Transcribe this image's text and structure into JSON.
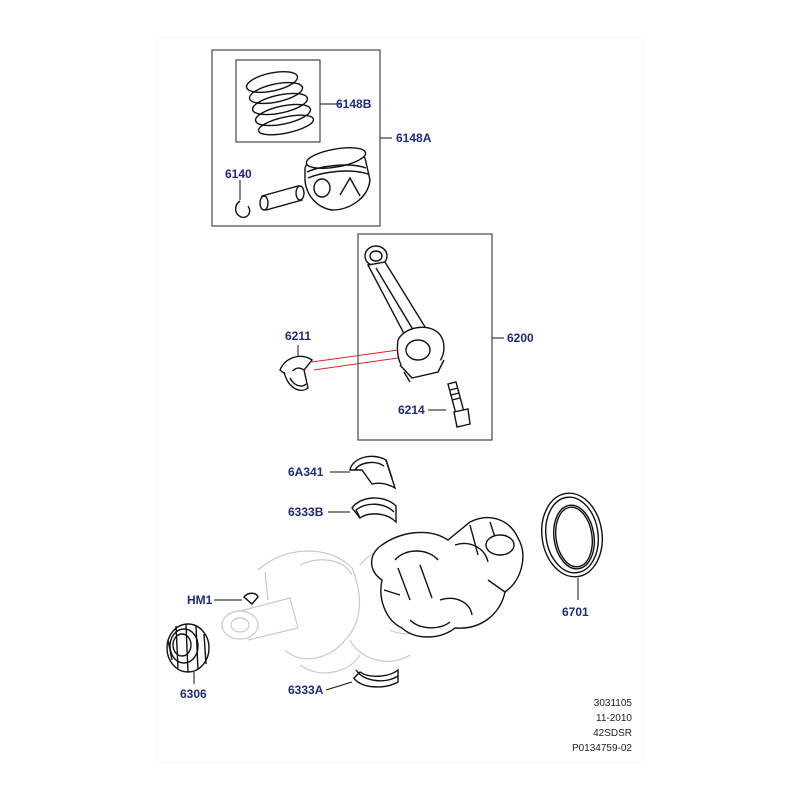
{
  "labels": {
    "p6148B": "6148B",
    "p6148A": "6148A",
    "p6140": "6140",
    "p6211": "6211",
    "p6200": "6200",
    "p6214": "6214",
    "p6A341": "6A341",
    "p6333B": "6333B",
    "pHM1": "HM1",
    "p6701": "6701",
    "p6306": "6306",
    "p6333A": "6333A"
  },
  "reference": {
    "line1": "3031105",
    "line2": "11-2010",
    "line3": "42SDSR",
    "line4": "P0134759-02"
  },
  "colors": {
    "label": "#1f2a7a",
    "highlight_leader": "#d22",
    "ghost": "#c9c9c9"
  }
}
